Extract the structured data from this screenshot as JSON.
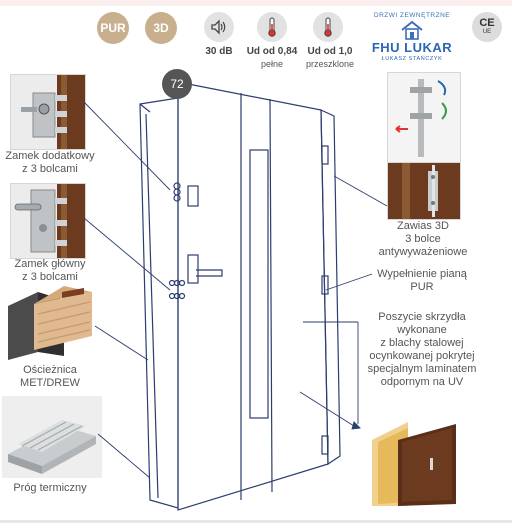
{
  "badges": {
    "pur": "PUR",
    "d3": "3D"
  },
  "icons": {
    "sound": {
      "icon": "speaker-icon",
      "label": "30 dB"
    },
    "thermal_full": {
      "icon": "thermometer-icon",
      "label": "Ud od 0,84",
      "sub": "pełne"
    },
    "thermal_glazed": {
      "icon": "thermometer-icon",
      "label": "Ud od 1,0",
      "sub": "przeszklone"
    },
    "ce": {
      "icon": "ce-mark-icon",
      "mark": "CE",
      "sub": "UE"
    }
  },
  "logo": {
    "top": "DRZWI ZEWNĘTRZNE",
    "main": "FHU LUKAR",
    "sub": "ŁUKASZ STAŃCZYK"
  },
  "model_number": "72",
  "labels": {
    "extra_lock": "Zamek dodatkowy\nz 3 bolcami",
    "main_lock": "Zamek główny\nz 3 bolcami",
    "frame": "Ościeżnica\nMET/DREW",
    "threshold": "Próg termiczny",
    "hinge": "Zawias 3D\n3 bolce\nantywyważeniowe",
    "foam": "Wypełnienie pianą\nPUR",
    "cover": "Poszycie skrzydła\nwykonane\nz blachy stalowej\nocynkowanej pokrytej\nspecjalnym laminatem\nodpornym na UV"
  },
  "colors": {
    "badge_gold": "#c8b08f",
    "line_blue": "#2d3e6e",
    "wood": "#6b3a1f",
    "logo_blue": "#2b66b3"
  }
}
